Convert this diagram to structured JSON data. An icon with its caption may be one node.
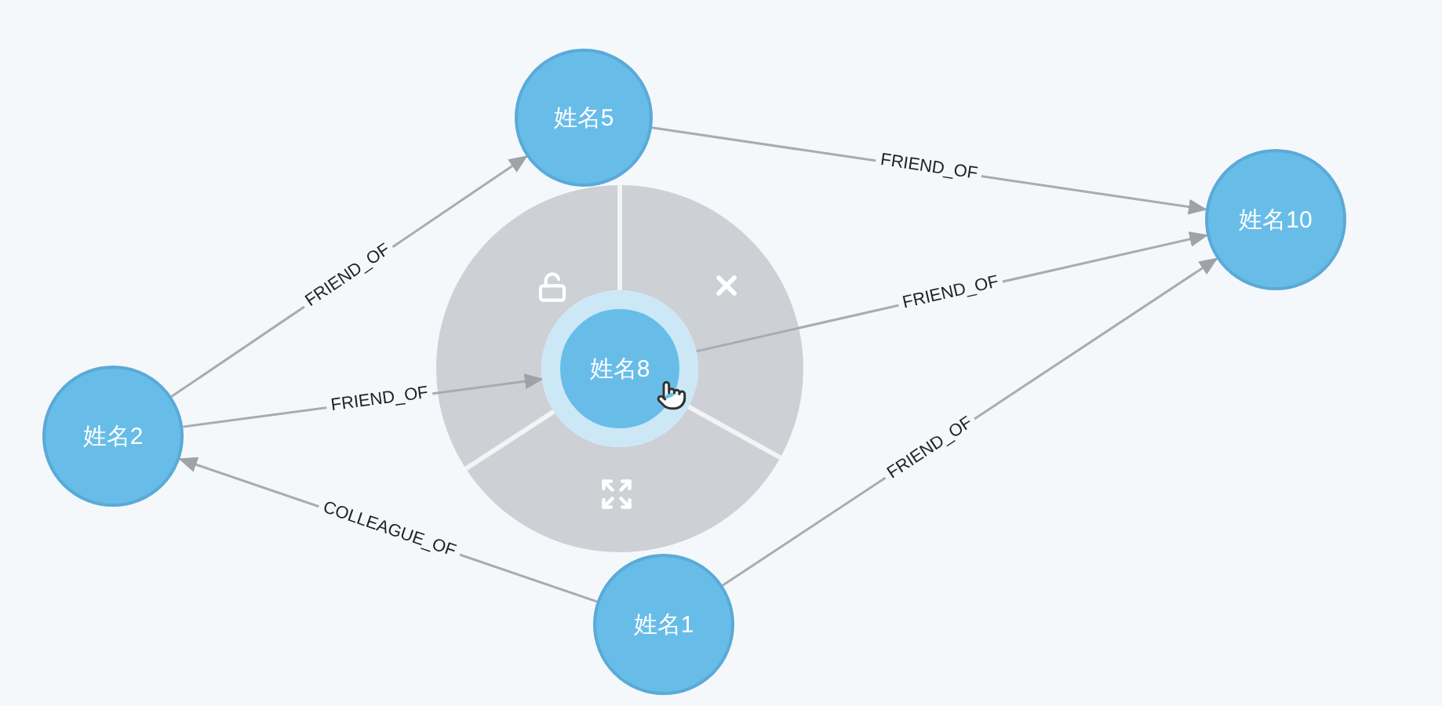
{
  "diagram": {
    "nodes": [
      {
        "text": [
          "姓名5"
        ]
      },
      {
        "text": [
          "姓名10"
        ]
      },
      {
        "text": [
          "姓名2"
        ]
      },
      {
        "text": [
          "姓名8"
        ]
      },
      {
        "text": [
          "姓名1"
        ]
      }
    ],
    "edges": [
      {
        "from": 2,
        "to": 0,
        "arrow": "to",
        "label": "FRIEND_OF"
      },
      {
        "from": 0,
        "to": 1,
        "arrow": "to",
        "label": "FRIEND_OF"
      },
      {
        "from": 2,
        "to": 3,
        "arrow": "to",
        "label": "FRIEND_OF"
      },
      {
        "from": 3,
        "to": 1,
        "arrow": "to",
        "label": "FRIEND_OF"
      },
      {
        "from": 4,
        "to": 1,
        "arrow": "to",
        "label": "FRIEND_OF"
      },
      {
        "from": 4,
        "to": 2,
        "arrow": "to",
        "label": "COLLEAGUE_OF"
      }
    ]
  }
}
